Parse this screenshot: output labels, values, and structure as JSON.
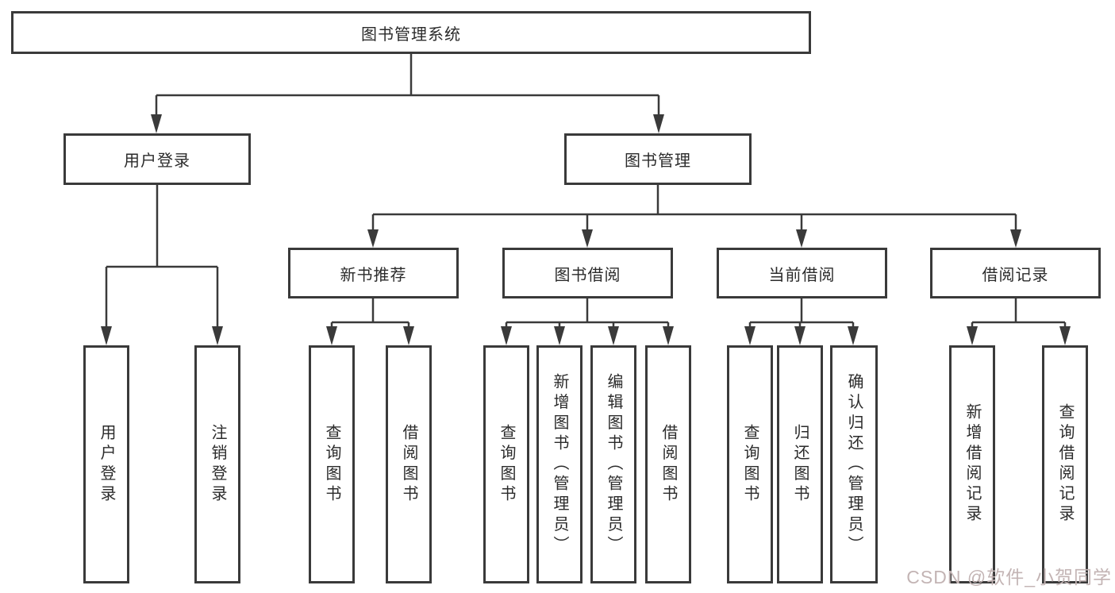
{
  "tree": {
    "root": "图书管理系统",
    "level2": [
      {
        "label": "用户登录",
        "leaves": [
          "用户登录",
          "注销登录"
        ]
      },
      {
        "label": "图书管理",
        "groups": [
          {
            "label": "新书推荐",
            "leaves": [
              "查询图书",
              "借阅图书"
            ]
          },
          {
            "label": "图书借阅",
            "leaves": [
              "查询图书",
              "新增图书（管理员）",
              "编辑图书（管理员）",
              "借阅图书"
            ]
          },
          {
            "label": "当前借阅",
            "leaves": [
              "查询图书",
              "归还图书",
              "确认归还（管理员）"
            ]
          },
          {
            "label": "借阅记录",
            "leaves": [
              "新增借阅记录",
              "查询借阅记录"
            ]
          }
        ]
      }
    ]
  },
  "colors": {
    "line": "#3a3a3a",
    "box_border": "#3a3a3a",
    "text": "#2b2b2b",
    "watermark": "#c3b4b4"
  },
  "watermark": {
    "text": "CSDN @软件_小贺同学"
  }
}
